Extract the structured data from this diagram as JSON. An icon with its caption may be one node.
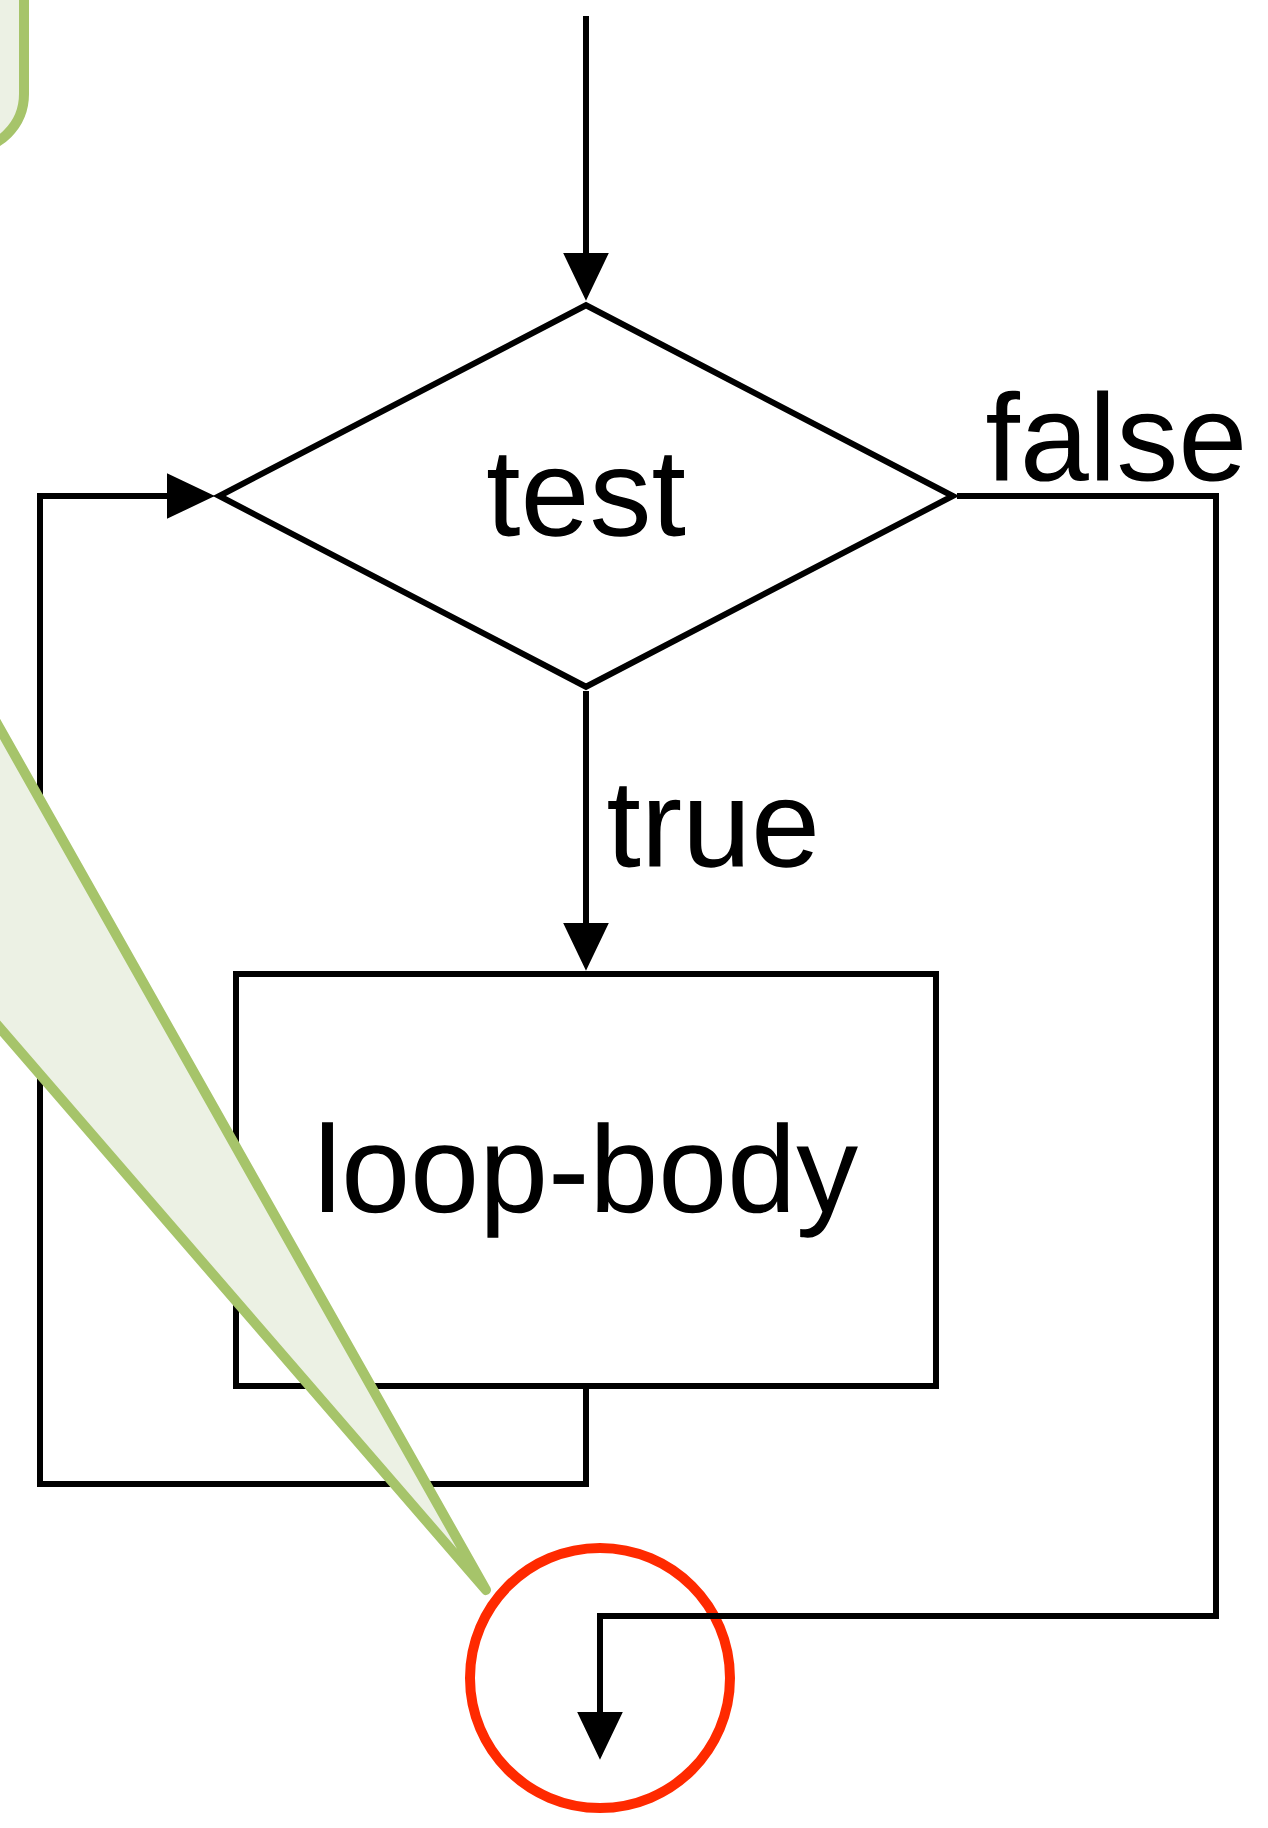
{
  "diagram": {
    "nodes": [
      {
        "text": [
          "test"
        ]
      },
      {
        "text": [
          "loop-body"
        ]
      },
      {
        "text": [],
        "shape": "circle"
      }
    ],
    "edges": [
      {
        "from": null,
        "to": 0,
        "arrow": "to"
      },
      {
        "from": 0,
        "to": 1,
        "arrow": "to",
        "label": "true"
      },
      {
        "from": 1,
        "to": 0,
        "arrow": "to"
      },
      {
        "from": 0,
        "to": 2,
        "arrow": "to",
        "label": "false"
      }
    ]
  }
}
